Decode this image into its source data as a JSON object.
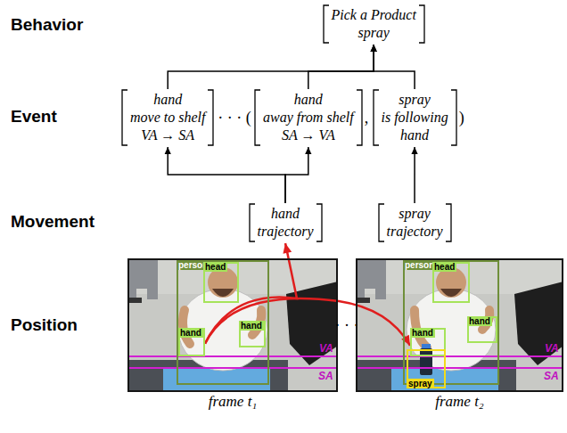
{
  "diagram": {
    "nodes": [
      {
        "text": [
          "Pick a Product",
          "spray"
        ]
      },
      {
        "text": [
          "hand",
          "move to shelf",
          "VA → SA"
        ]
      },
      {
        "text": [
          "hand",
          "away from shelf",
          "SA → VA"
        ]
      },
      {
        "text": [
          "spray",
          "is following",
          "hand"
        ]
      },
      {
        "text": [
          "hand",
          "trajectory"
        ]
      },
      {
        "text": [
          "spray",
          "trajectory"
        ]
      },
      {
        "text": [
          "frame t₁"
        ]
      },
      {
        "text": [
          "person"
        ],
        "in": 6
      },
      {
        "text": [
          "head"
        ],
        "in": 7
      },
      {
        "text": [
          "hand"
        ],
        "in": 7
      },
      {
        "text": [
          "hand"
        ],
        "in": 7
      },
      {
        "text": [
          "frame t₂"
        ]
      },
      {
        "text": [
          "person"
        ],
        "in": 11
      },
      {
        "text": [
          "head"
        ],
        "in": 12
      },
      {
        "text": [
          "hand"
        ],
        "in": 12
      },
      {
        "text": [
          "hand"
        ],
        "in": 12
      },
      {
        "text": [
          "spray"
        ],
        "in": 12
      }
    ],
    "edges": [
      {
        "from": 1,
        "to": 0,
        "arrow": "to"
      },
      {
        "from": 2,
        "to": 0,
        "arrow": "to"
      },
      {
        "from": 3,
        "to": 0,
        "arrow": "to"
      },
      {
        "from": 4,
        "to": 1,
        "arrow": "to"
      },
      {
        "from": 4,
        "to": 2,
        "arrow": "to"
      },
      {
        "from": 5,
        "to": 3,
        "arrow": "to"
      },
      {
        "from": 9,
        "to": 14,
        "arrow": "to"
      },
      {
        "from": 9,
        "to": 4,
        "arrow": "to"
      }
    ],
    "labels": [
      "Behavior",
      "Event",
      "· · · (",
      ",",
      ")",
      "Movement",
      "Position",
      "VA",
      "SA",
      "· · ·",
      "VA",
      "SA"
    ]
  }
}
